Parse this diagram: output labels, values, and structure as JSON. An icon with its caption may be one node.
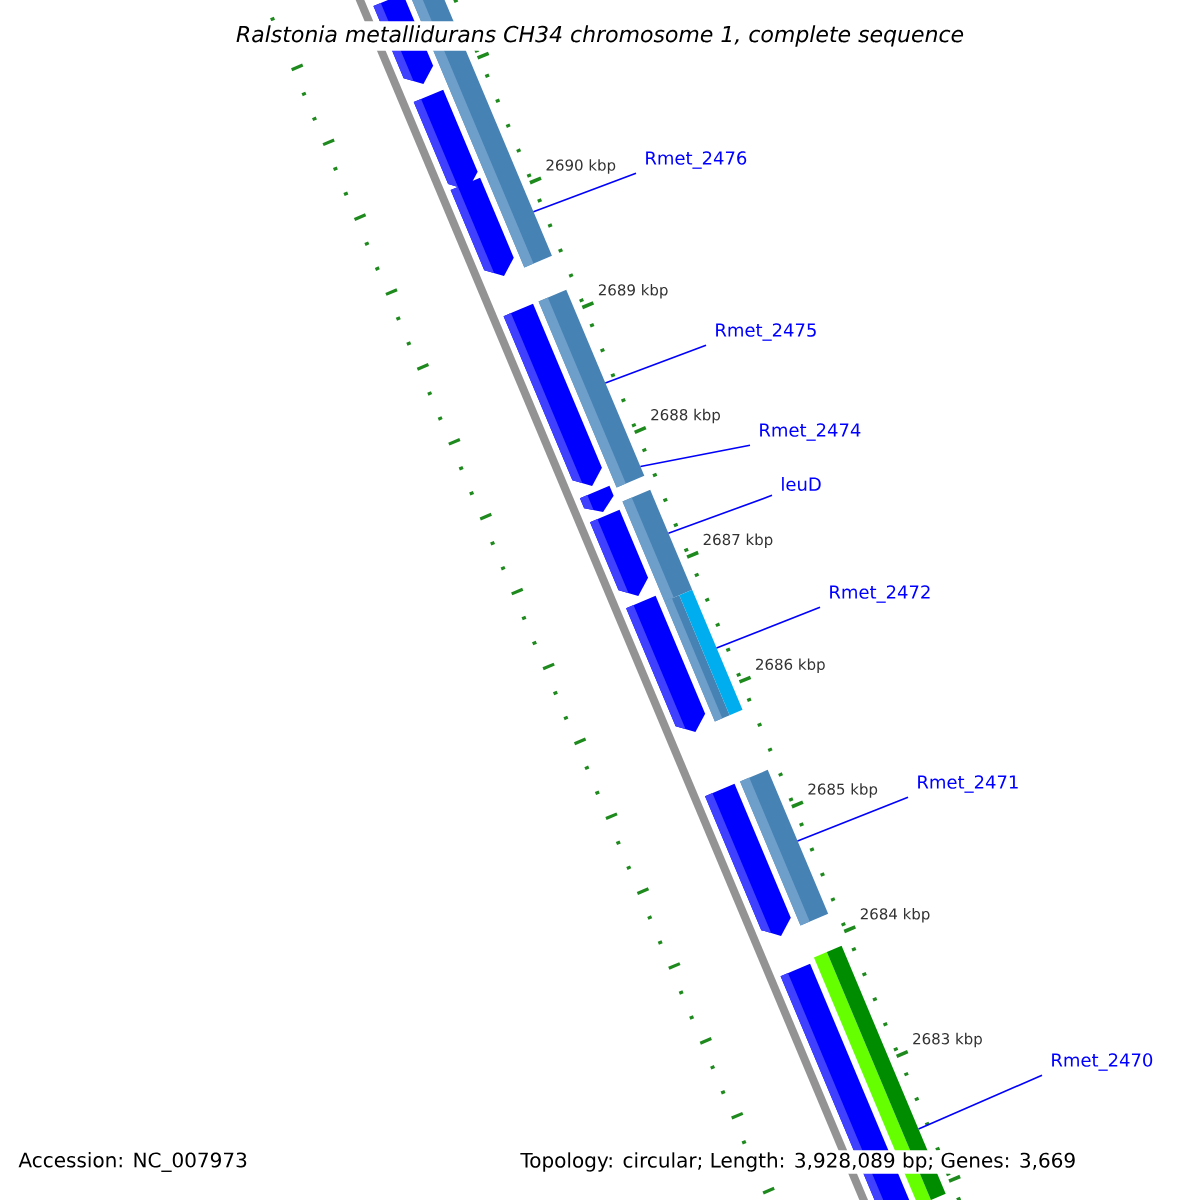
{
  "diagram": {
    "title": "Ralstonia metallidurans CH34 chromosome 1, complete sequence",
    "nodes": [
      {
        "text": [
          "Rmet_2476"
        ]
      },
      {
        "text": [
          "Rmet_2475"
        ]
      },
      {
        "text": [
          "Rmet_2474"
        ]
      },
      {
        "text": [
          "leuD"
        ]
      },
      {
        "text": [
          "Rmet_2472"
        ]
      },
      {
        "text": [
          "Rmet_2471"
        ]
      },
      {
        "text": [
          "Rmet_2470"
        ]
      },
      {
        "text": [],
        "shape": "bar"
      },
      {
        "text": [],
        "shape": "bar"
      },
      {
        "text": [],
        "shape": "bar"
      },
      {
        "text": [],
        "shape": "bar"
      },
      {
        "text": [],
        "shape": "bar"
      },
      {
        "text": [],
        "shape": "bar"
      },
      {
        "text": [],
        "shape": "arrow"
      },
      {
        "text": [],
        "shape": "arrow"
      },
      {
        "text": [],
        "shape": "arrow"
      },
      {
        "text": [],
        "shape": "arrow"
      },
      {
        "text": [],
        "shape": "arrow"
      },
      {
        "text": [],
        "shape": "arrow"
      },
      {
        "text": [],
        "shape": "arrow"
      },
      {
        "text": [],
        "shape": "arrow"
      },
      {
        "text": [],
        "shape": "arrow"
      }
    ],
    "edges": [
      {
        "from": 0,
        "to": 7,
        "arrow": "none"
      },
      {
        "from": 1,
        "to": 8,
        "arrow": "none"
      },
      {
        "from": 2,
        "to": 8,
        "arrow": "none"
      },
      {
        "from": 3,
        "to": 9,
        "arrow": "none"
      },
      {
        "from": 4,
        "to": 10,
        "arrow": "none"
      },
      {
        "from": 5,
        "to": 11,
        "arrow": "none"
      },
      {
        "from": 6,
        "to": 12,
        "arrow": "none"
      }
    ],
    "labels": [
      "2690 kbp",
      "2689 kbp",
      "2688 kbp",
      "2687 kbp",
      "2686 kbp",
      "2685 kbp",
      "2684 kbp",
      "2683 kbp",
      "Accession: NC_007973",
      "Topology: circular; Length: 3,928,089 bp; Genes: 3,669"
    ]
  }
}
